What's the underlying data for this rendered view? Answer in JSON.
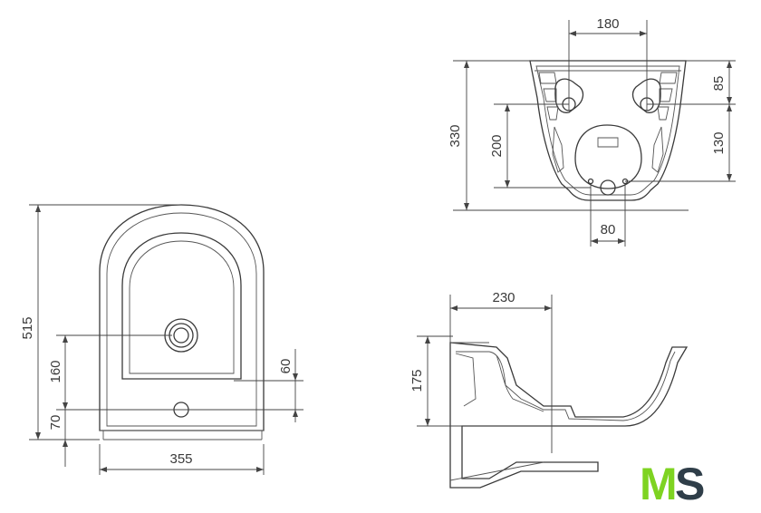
{
  "dimensions": {
    "top_width_180": "180",
    "top_depth_330": "330",
    "top_offset_200": "200",
    "top_right_85": "85",
    "top_right_130": "130",
    "top_bottom_80": "80",
    "plan_length_515": "515",
    "plan_160": "160",
    "plan_70": "70",
    "plan_60": "60",
    "plan_width_355": "355",
    "side_230": "230",
    "side_175": "175"
  },
  "logo": {
    "text_m": "M",
    "text_s": "S",
    "colors": {
      "m": "#7ed321",
      "s": "#2f3e49"
    }
  }
}
